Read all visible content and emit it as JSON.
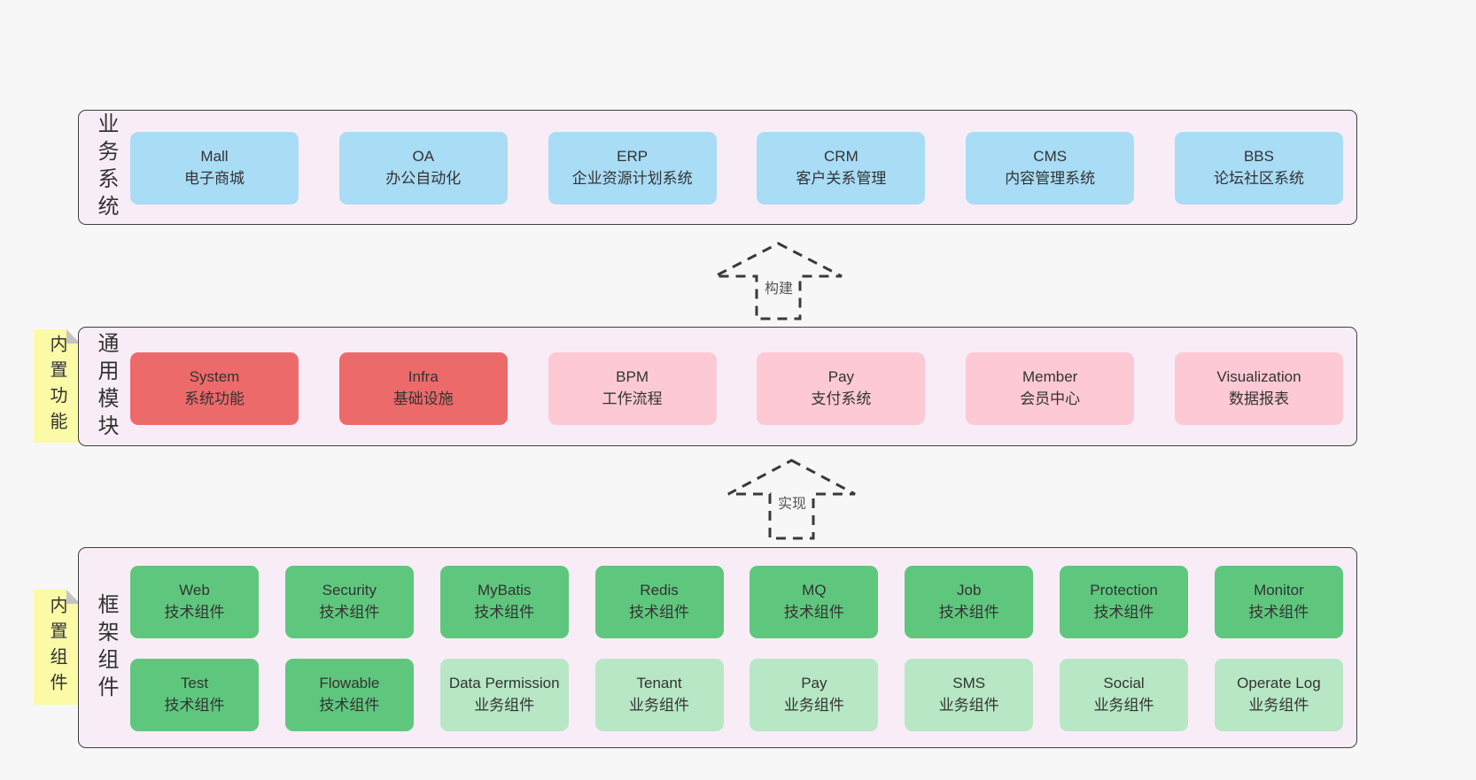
{
  "colors": {
    "page_bg": "#f7f7f7",
    "band_bg": "#f8edf7",
    "band_border": "#3f3f3f",
    "box_blue": "#a9dcf5",
    "box_red": "#ed6a6b",
    "box_pink": "#fcc9d4",
    "box_green": "#5fc77d",
    "box_green_light": "#b7e7c4",
    "note_yellow": "#fbfaa6",
    "note_fold": "#c4c4c4",
    "text": "#333333",
    "arrow": "#3a3a3a"
  },
  "arrows": [
    {
      "label": "构建"
    },
    {
      "label": "实现"
    }
  ],
  "bands": [
    {
      "label": "业务系统",
      "boxes": [
        {
          "title": "Mall",
          "subtitle": "电子商城"
        },
        {
          "title": "OA",
          "subtitle": "办公自动化"
        },
        {
          "title": "ERP",
          "subtitle": "企业资源计划系统"
        },
        {
          "title": "CRM",
          "subtitle": "客户关系管理"
        },
        {
          "title": "CMS",
          "subtitle": "内容管理系统"
        },
        {
          "title": "BBS",
          "subtitle": "论坛社区系统"
        }
      ]
    },
    {
      "label": "通用模块",
      "note": "内置功能",
      "boxes": [
        {
          "title": "System",
          "subtitle": "系统功能"
        },
        {
          "title": "Infra",
          "subtitle": "基础设施"
        },
        {
          "title": "BPM",
          "subtitle": "工作流程"
        },
        {
          "title": "Pay",
          "subtitle": "支付系统"
        },
        {
          "title": "Member",
          "subtitle": "会员中心"
        },
        {
          "title": "Visualization",
          "subtitle": "数据报表"
        }
      ]
    },
    {
      "label": "框架组件",
      "note": "内置组件",
      "rows": [
        [
          {
            "title": "Web",
            "subtitle": "技术组件"
          },
          {
            "title": "Security",
            "subtitle": "技术组件"
          },
          {
            "title": "MyBatis",
            "subtitle": "技术组件"
          },
          {
            "title": "Redis",
            "subtitle": "技术组件"
          },
          {
            "title": "MQ",
            "subtitle": "技术组件"
          },
          {
            "title": "Job",
            "subtitle": "技术组件"
          },
          {
            "title": "Protection",
            "subtitle": "技术组件"
          },
          {
            "title": "Monitor",
            "subtitle": "技术组件"
          }
        ],
        [
          {
            "title": "Test",
            "subtitle": "技术组件"
          },
          {
            "title": "Flowable",
            "subtitle": "技术组件"
          },
          {
            "title": "Data Permission",
            "subtitle": "业务组件"
          },
          {
            "title": "Tenant",
            "subtitle": "业务组件"
          },
          {
            "title": "Pay",
            "subtitle": "业务组件"
          },
          {
            "title": "SMS",
            "subtitle": "业务组件"
          },
          {
            "title": "Social",
            "subtitle": "业务组件"
          },
          {
            "title": "Operate Log",
            "subtitle": "业务组件"
          }
        ]
      ]
    }
  ]
}
